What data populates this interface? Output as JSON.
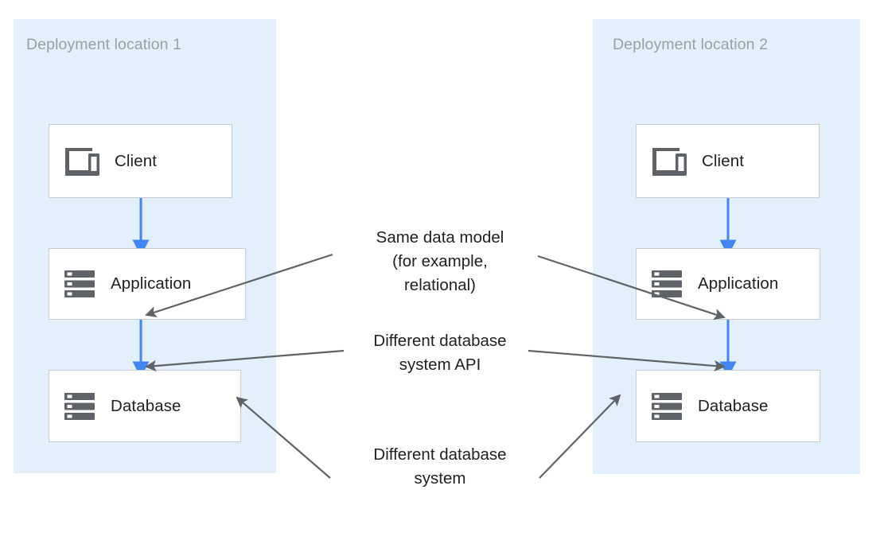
{
  "diagram": {
    "title_hidden": "",
    "background_color": "#ffffff",
    "zone_color": "#e3effa",
    "blue_arrow_color": "#4285f4",
    "gray_arrow_color": "#5f6368",
    "node_border_color": "#c8ccd0",
    "zone_title_color": "#9aa0a6"
  },
  "zones": [
    {
      "id": "zone1",
      "title": "Deployment location 1"
    },
    {
      "id": "zone2",
      "title": "Deployment location 2"
    }
  ],
  "nodes": {
    "left": [
      {
        "id": "left-client",
        "label": "Client",
        "icon": "devices-icon"
      },
      {
        "id": "left-application",
        "label": "Application",
        "icon": "server-stack-icon"
      },
      {
        "id": "left-database",
        "label": "Database",
        "icon": "server-stack-icon"
      }
    ],
    "right": [
      {
        "id": "right-client",
        "label": "Client",
        "icon": "devices-icon"
      },
      {
        "id": "right-application",
        "label": "Application",
        "icon": "server-stack-icon"
      },
      {
        "id": "right-database",
        "label": "Database",
        "icon": "server-stack-icon"
      }
    ]
  },
  "annotations": [
    {
      "id": "same-data-model",
      "text": "Same data model\n(for example,\nrelational)"
    },
    {
      "id": "different-database-system-api",
      "text": "Different database\nsystem API"
    },
    {
      "id": "different-database-system",
      "text": "Different database\nsystem"
    }
  ]
}
